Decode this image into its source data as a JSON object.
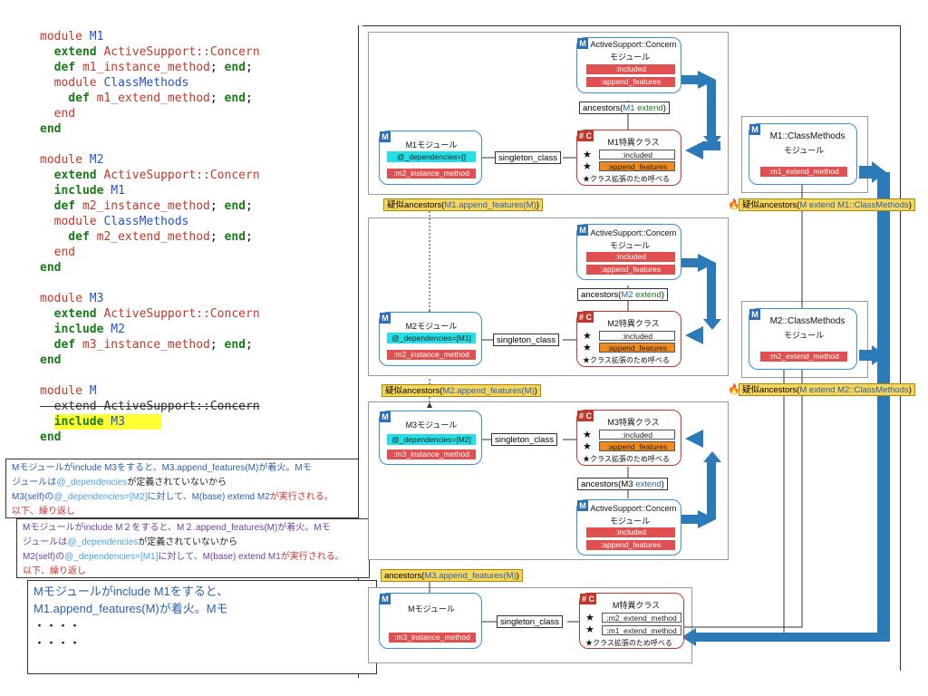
{
  "code": {
    "lines": [
      [
        {
          "t": "module ",
          "c": "kw"
        },
        {
          "t": "M1",
          "c": "cn"
        }
      ],
      [
        {
          "t": "  extend ",
          "c": "kg"
        },
        {
          "t": "ActiveSupport::Concern",
          "c": "st"
        }
      ],
      [
        {
          "t": "  def ",
          "c": "kg"
        },
        {
          "t": "m1_instance_method",
          "c": "st"
        },
        {
          "t": "; ",
          "c": "pl"
        },
        {
          "t": "end",
          "c": "kg"
        },
        {
          "t": ";",
          "c": "pl"
        }
      ],
      [
        {
          "t": "  module ",
          "c": "kw"
        },
        {
          "t": "ClassMethods",
          "c": "cn"
        }
      ],
      [
        {
          "t": "    def ",
          "c": "kg"
        },
        {
          "t": "m1_extend_method",
          "c": "st"
        },
        {
          "t": "; ",
          "c": "pl"
        },
        {
          "t": "end",
          "c": "kg"
        },
        {
          "t": ";",
          "c": "pl"
        }
      ],
      [
        {
          "t": "  end",
          "c": "kw"
        }
      ],
      [
        {
          "t": "end",
          "c": "kg"
        }
      ],
      [],
      [
        {
          "t": "module ",
          "c": "kw"
        },
        {
          "t": "M2",
          "c": "cn"
        }
      ],
      [
        {
          "t": "  extend ",
          "c": "kg"
        },
        {
          "t": "ActiveSupport::Concern",
          "c": "st"
        }
      ],
      [
        {
          "t": "  include ",
          "c": "kg"
        },
        {
          "t": "M1",
          "c": "cn"
        }
      ],
      [
        {
          "t": "  def ",
          "c": "kg"
        },
        {
          "t": "m2_instance_method",
          "c": "st"
        },
        {
          "t": "; ",
          "c": "pl"
        },
        {
          "t": "end",
          "c": "kg"
        },
        {
          "t": ";",
          "c": "pl"
        }
      ],
      [
        {
          "t": "  module ",
          "c": "kw"
        },
        {
          "t": "ClassMethods",
          "c": "cn"
        }
      ],
      [
        {
          "t": "    def ",
          "c": "kg"
        },
        {
          "t": "m2_extend_method",
          "c": "st"
        },
        {
          "t": "; ",
          "c": "pl"
        },
        {
          "t": "end",
          "c": "kg"
        },
        {
          "t": ";",
          "c": "pl"
        }
      ],
      [
        {
          "t": "  end",
          "c": "kw"
        }
      ],
      [
        {
          "t": "end",
          "c": "kg"
        }
      ],
      [],
      [
        {
          "t": "module ",
          "c": "kw"
        },
        {
          "t": "M3",
          "c": "cn"
        }
      ],
      [
        {
          "t": "  extend ",
          "c": "kg"
        },
        {
          "t": "ActiveSupport::Concern",
          "c": "st"
        }
      ],
      [
        {
          "t": "  include ",
          "c": "kg"
        },
        {
          "t": "M2",
          "c": "cn"
        }
      ],
      [
        {
          "t": "  def ",
          "c": "kg"
        },
        {
          "t": "m3_instance_method",
          "c": "st"
        },
        {
          "t": "; ",
          "c": "pl"
        },
        {
          "t": "end",
          "c": "kg"
        },
        {
          "t": ";",
          "c": "pl"
        }
      ],
      [
        {
          "t": "end",
          "c": "kg"
        }
      ],
      [],
      [
        {
          "t": "module ",
          "c": "kw"
        },
        {
          "t": "M",
          "c": "cn"
        }
      ],
      [
        {
          "t": "  extend ActiveSupport::Concern",
          "c": "strike"
        }
      ],
      [
        {
          "t": "  include ",
          "c": "kg"
        },
        {
          "t": "M3",
          "c": "cn"
        }
      ],
      [
        {
          "t": "end",
          "c": "kg"
        }
      ]
    ]
  },
  "notes": {
    "n1": {
      "l1a": "Mモジュールがinclude M3をすると、M3.append_features(M)が着火。Mモ",
      "l2": "ジュールは",
      "dep": "@_dependencies",
      "l2b": "が定義されていないから",
      "l3a": "M3(self)の",
      "dep3": "@_dependencies=[M2]",
      "l3b": "に対して、M(base) extend M2",
      "l3c": "が実行される。",
      "l4": "以下、繰り返し"
    },
    "n2": {
      "l1a": "Mモジュールがinclude M２をすると、M２.append_features(M)が着火。Mモ",
      "l2": "ジュールは",
      "dep": "@_dependencies",
      "l2b": "が定義されていないから",
      "l3a": "M2(self)の",
      "dep3": "@_dependencies=[M1]",
      "l3b": "に対して、M(base) extend M1",
      "l3c": "が実行される。",
      "l4": "以下、繰り返し"
    },
    "n3": {
      "l1": "Mモジュールがinclude M1をすると、",
      "l2": "M1.append_features(M)が着火。Mモ",
      "l3": "・・・・",
      "l4": "・・・・"
    }
  },
  "diagram": {
    "m_tag": "M",
    "c_tag": "# C",
    "star": "★",
    "concern_title": "ActiveSupport::Concern",
    "module_word": "モジュール",
    "included": ":included",
    "append_features": ":append_features",
    "class_ext": "★クラス拡張のため呼べる",
    "singleton": "singleton_class",
    "m1": {
      "title": "M1モジュール",
      "dep": "@_dependencies=[]",
      "method": ":m2_instance_method",
      "cls": "M1特異クラス",
      "anc_a": "ancestors(",
      "anc_b": "M1",
      "anc_c": " extend",
      "anc_d": ")",
      "pseudo_a": "疑似ancestors(",
      "pseudo_b": "M1.append_features(M)",
      "pseudo_c": ")"
    },
    "m2": {
      "title": "M2モジュール",
      "dep": "@_dependencies=[M1]",
      "method": ":m2_instance_method",
      "cls": "M2特異クラス",
      "anc_a": "ancestors(",
      "anc_b": "M2",
      "anc_c": " extend",
      "anc_d": ")",
      "pseudo_a": "疑似ancestors(",
      "pseudo_b": "M2.append_features(M)",
      "pseudo_c": ")"
    },
    "m3": {
      "title": "M3モジュール",
      "dep": "@_dependencies=[M2]",
      "method": ":m3_instance_method",
      "cls": "M3特異クラス",
      "anc_a": "ancestors(",
      "anc_b": "M3",
      "anc_c": " extend",
      "anc_d": ")",
      "pseudo_a": "ancestors(",
      "pseudo_b": "M3.append_features(M)",
      "pseudo_c": ")"
    },
    "m": {
      "title": "Mモジュール",
      "method": ":m3_instance_method",
      "cls": "M特異クラス",
      "e1": ":m2_extend_method",
      "e2": ":m1_extend_method"
    },
    "cm1": {
      "title": "M1::ClassMethods",
      "method": ":m1_extend_method",
      "pseudo_a": "疑似ancestors(",
      "pseudo_b": "M extend M1::ClassMethods",
      "pseudo_c": ")"
    },
    "cm2": {
      "title": "M2::ClassMethods",
      "method": ":m2_extend_method",
      "pseudo_a": "疑似ancestors(",
      "pseudo_b": "M extend M2::ClassMethods",
      "pseudo_c": ")"
    },
    "fire": "🔥"
  }
}
